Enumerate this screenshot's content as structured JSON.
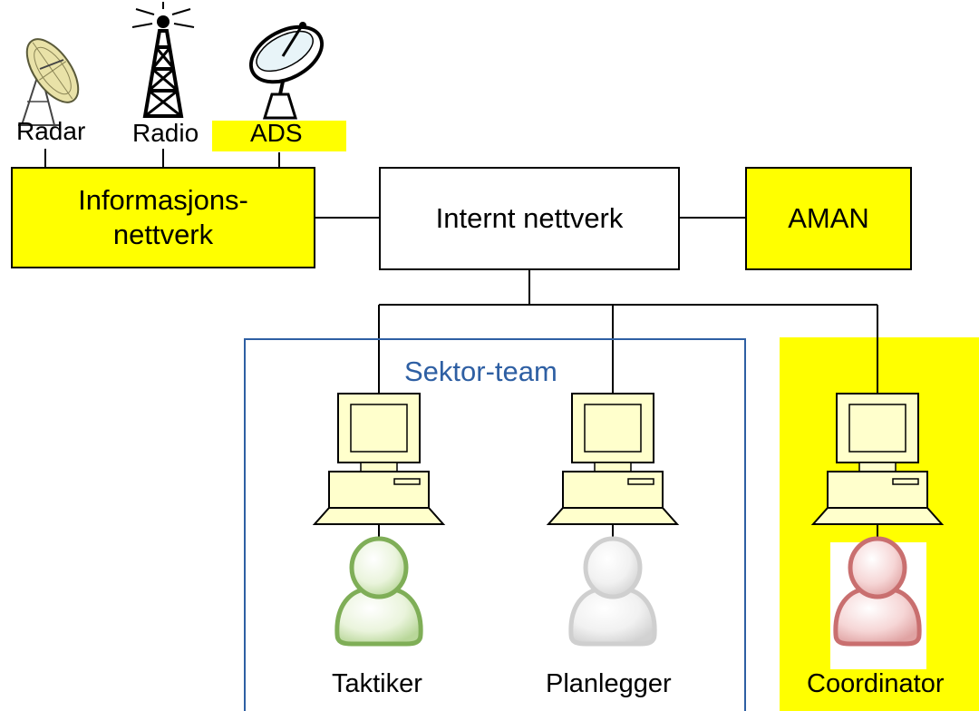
{
  "sources": {
    "radar": "Radar",
    "radio": "Radio",
    "ads": "ADS"
  },
  "nodes": {
    "informasjonsnettverk_line1": "Informasjons-",
    "informasjonsnettverk_line2": "nettverk",
    "internt_nettverk": "Internt nettverk",
    "aman": "AMAN"
  },
  "team": {
    "label": "Sektor-team",
    "color": "#2e5fa3"
  },
  "roles": [
    {
      "label": "Taktiker",
      "color": "#8fb96a"
    },
    {
      "label": "Planlegger",
      "color": "#d8d8d8"
    },
    {
      "label": "Coordinator",
      "color": "#d98a8a"
    }
  ],
  "colors": {
    "highlight": "#ffff00",
    "line": "#000000",
    "computer": "#ffffcc"
  },
  "icons": [
    "radar-dish-icon",
    "radio-tower-icon",
    "satellite-dish-icon",
    "computer-icon",
    "person-icon"
  ]
}
